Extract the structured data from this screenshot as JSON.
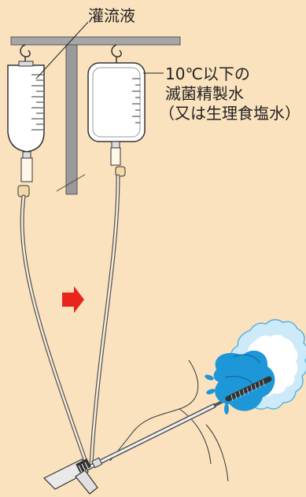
{
  "labels": {
    "irrigation_fluid": "灌流液",
    "water_line1": "10℃以下の",
    "water_line2": "滅菌精製水",
    "water_line3": "（又は生理食塩水）"
  },
  "colors": {
    "background": "#fbe2bf",
    "arrow": "#e8241b",
    "organ_blue": "#1e97d8",
    "ice_light_blue": "#cdeaf8",
    "ice_outline": "#5bb3e0",
    "stand_gray": "#9a9a9a"
  },
  "icons": {
    "arrow": "red-right-arrow-icon"
  }
}
